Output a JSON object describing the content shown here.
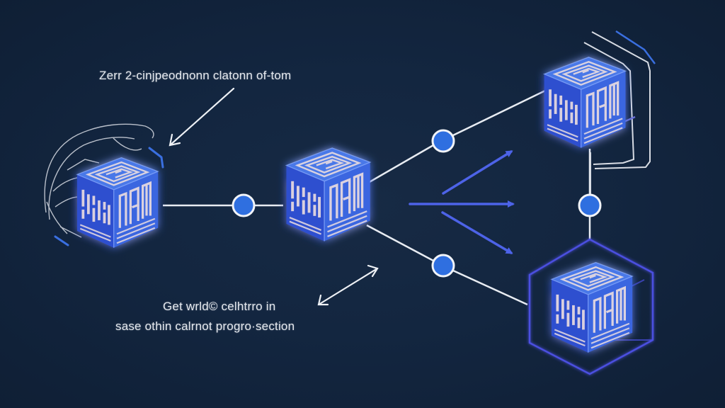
{
  "diagram": {
    "title": "Blockchain block propagation diagram",
    "captions": {
      "top": "Zerr 2-cinjpeodnonn clatonn of-tom",
      "bottom_line1": "Get wrld© celhtrro in",
      "bottom_line2": "sase othin calrnot progro·section"
    },
    "nodes": [
      {
        "id": "block-left",
        "type": "block"
      },
      {
        "id": "block-center",
        "type": "block"
      },
      {
        "id": "block-top-right",
        "type": "block"
      },
      {
        "id": "block-bottom-right",
        "type": "block"
      },
      {
        "id": "node-left-center",
        "type": "connector"
      },
      {
        "id": "node-upper",
        "type": "connector"
      },
      {
        "id": "node-lower",
        "type": "connector"
      },
      {
        "id": "node-right",
        "type": "connector"
      }
    ],
    "edges": [
      {
        "from": "block-left",
        "to": "block-center",
        "via": "node-left-center"
      },
      {
        "from": "block-center",
        "to": "block-top-right",
        "via": "node-upper"
      },
      {
        "from": "block-center",
        "to": "block-bottom-right",
        "via": "node-lower"
      },
      {
        "from": "block-top-right",
        "to": "block-bottom-right",
        "via": "node-right"
      }
    ],
    "colors": {
      "background": "#132640",
      "cube_face_front": "#2f4fcf",
      "cube_face_side": "#3a66e0",
      "cube_face_top": "#4a78e8",
      "cube_pattern": "#e9dce0",
      "node_fill": "#2f6fe0",
      "node_stroke": "#f2f4f8",
      "arrow": "#4d63e8",
      "line": "#e8ecf2",
      "hex_outline": "#4b4fe0"
    }
  }
}
